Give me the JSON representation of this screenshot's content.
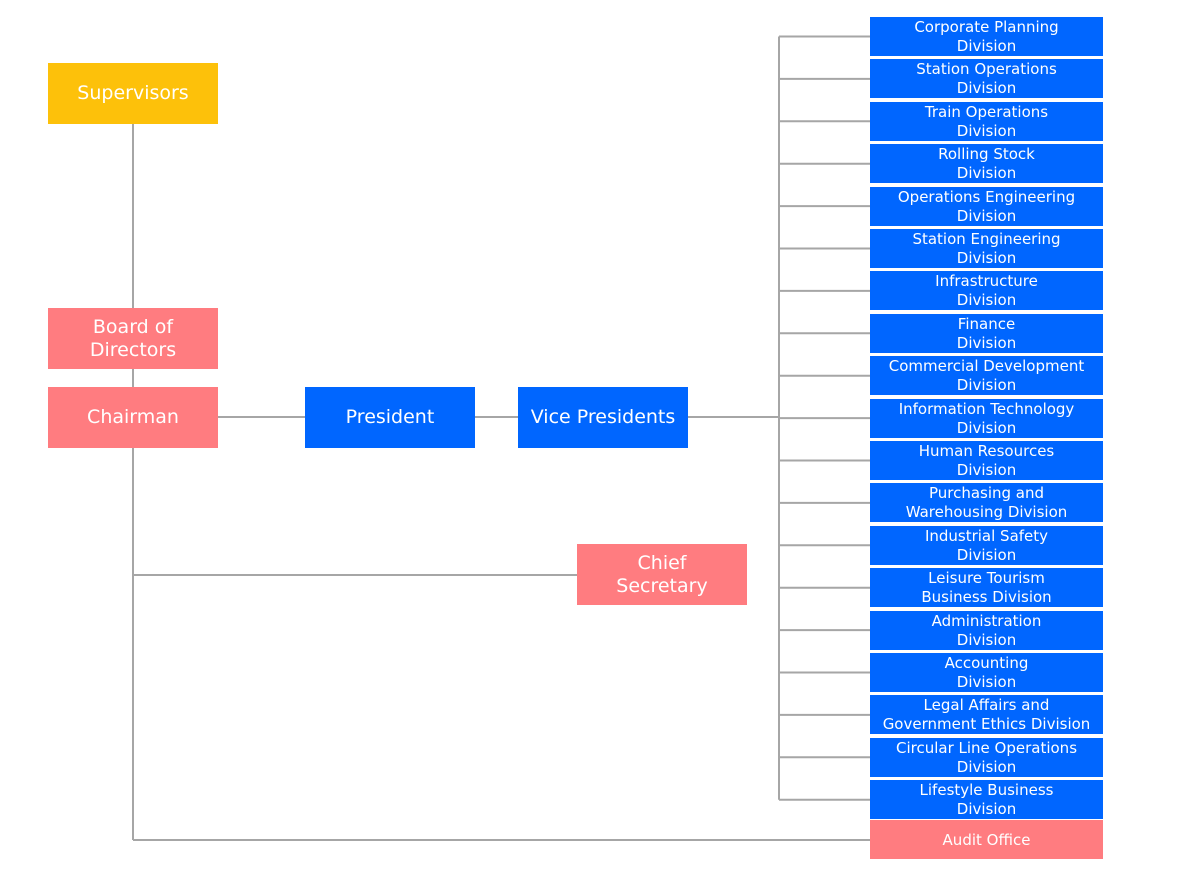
{
  "colors": {
    "supervisor": "#FDC10A",
    "board": "#FF7C80",
    "executive": "#0066FF",
    "line": "#A6A6A6",
    "background": "#FFFFFF"
  },
  "nodes": {
    "supervisors": "Supervisors",
    "board": "Board of\nDirectors",
    "chairman": "Chairman",
    "president": "President",
    "vice_presidents": "Vice Presidents",
    "chief_secretary": "Chief\nSecretary",
    "audit_office": "Audit Office"
  },
  "divisions": [
    "Corporate  Planning\nDivision",
    "Station Operations\nDivision",
    "Train Operations\nDivision",
    "Rolling Stock\nDivision",
    "Operations  Engineering\nDivision",
    "Station Engineering\nDivision",
    "Infrastructure\nDivision",
    "Finance\nDivision",
    "Commercial Development\nDivision",
    "Information  Technology\nDivision",
    "Human  Resources\nDivision",
    "Purchasing  and\nWarehousing  Division",
    "Industrial Safety\nDivision",
    "Leisure Tourism\nBusiness Division",
    "Administration\nDivision",
    "Accounting\nDivision",
    "Legal Affairs and\nGovernment  Ethics Division",
    "Circular Line Operations\nDivision",
    "Lifestyle Business\nDivision"
  ]
}
